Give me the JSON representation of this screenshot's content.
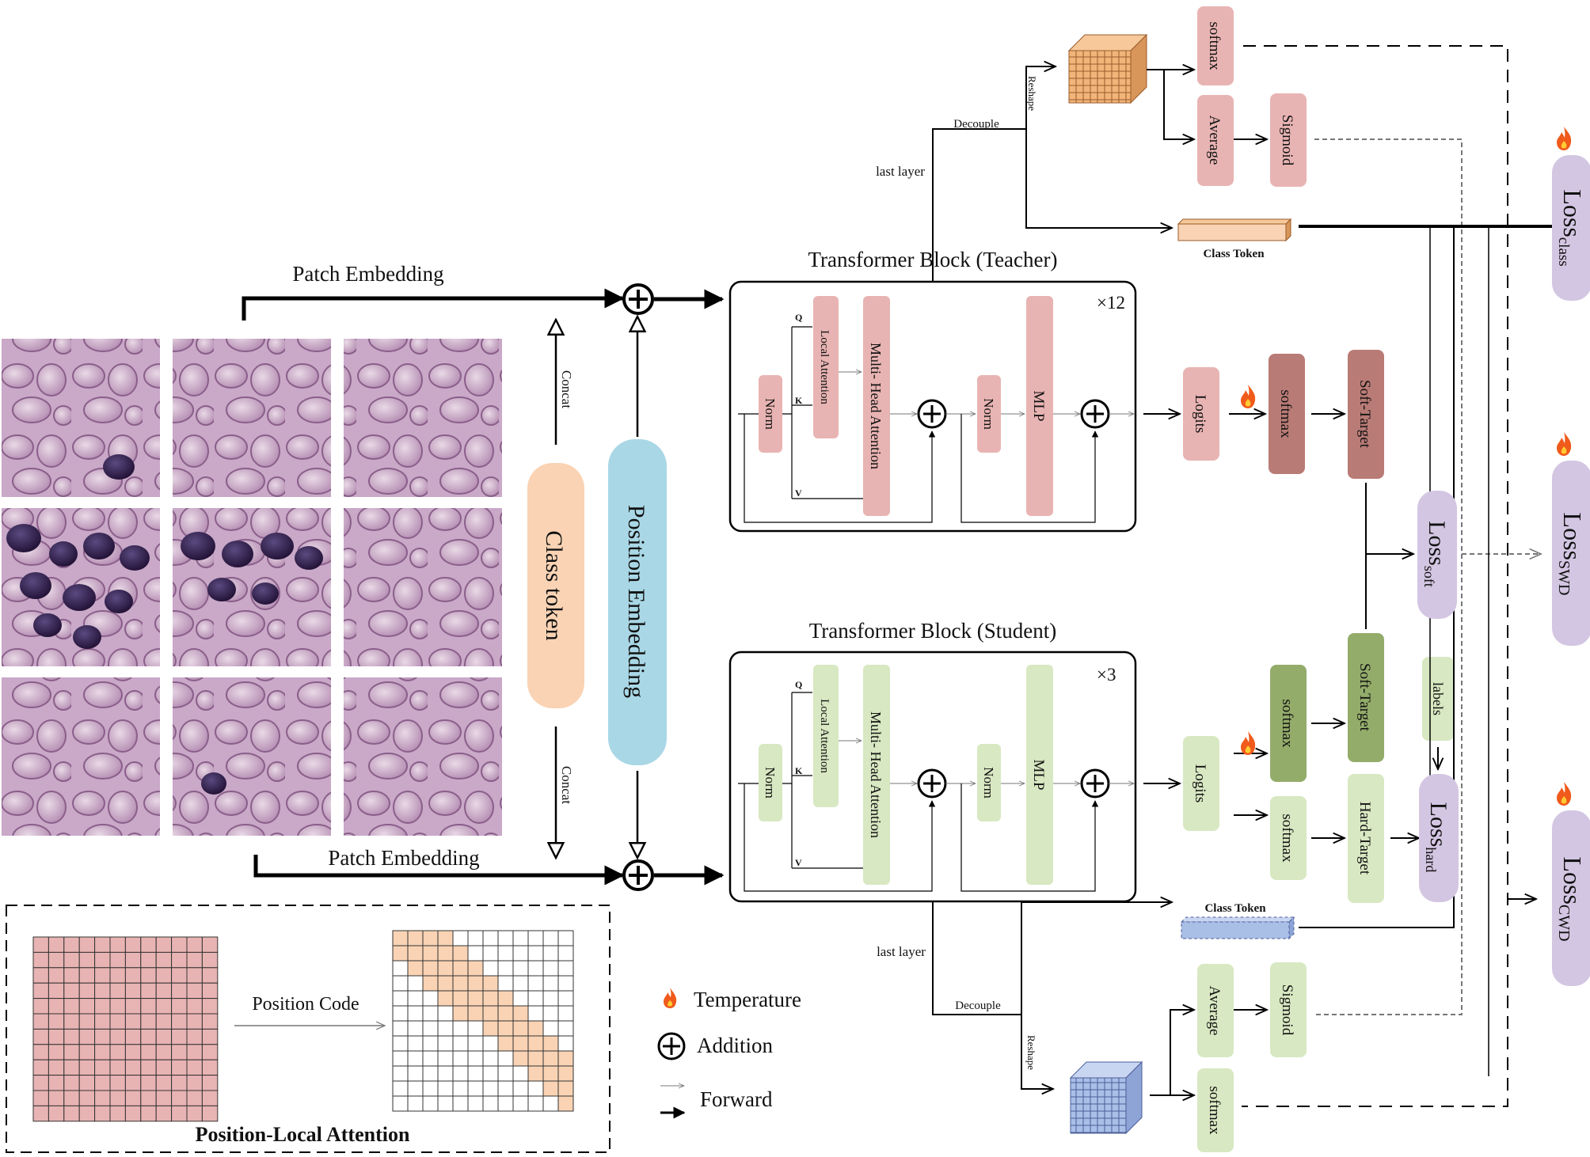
{
  "colors": {
    "teacher_box": "#e8b4b3",
    "teacher_box_dark": "#b97b76",
    "teacher_deco": "#f1b57a",
    "student_box": "#d8e8c2",
    "student_box_dark": "#93ac6a",
    "student_deco": "#aabfe6",
    "loss_box": "#d3c6e2",
    "class_token": "#f9d3b4",
    "position_embedding": "#a9d7e6",
    "patch_purple": "#a985a8",
    "patch_nuclei": "#3b2350",
    "arrow": "#000000",
    "dashed_line": "#666666",
    "grid_fill_pink": "#e8b4b3",
    "grid_fill_peach": "#f9d3b4"
  },
  "labels": {
    "patch_embedding_top": "Patch Embedding",
    "patch_embedding_bottom": "Patch Embedding",
    "concat_top": "Concat",
    "concat_bottom": "Concat",
    "class_token": "Class token",
    "position_embedding": "Position Embedding",
    "teacher_title": "Transformer Block (Teacher)",
    "student_title": "Transformer Block (Student)",
    "teacher_repeat": "×12",
    "student_repeat": "×3",
    "norm": "Norm",
    "local_attention": "Local Attention",
    "mha": "Multi- Head Attention",
    "mlp": "MLP",
    "q": "Q",
    "k": "K",
    "v": "V",
    "logits": "Logits",
    "softmax": "softmax",
    "average": "Average",
    "sigmoid": "Sigmoid",
    "soft_target": "Soft-Target",
    "hard_target": "Hard-Target",
    "labels": "labels",
    "class_token_small": "Class Token",
    "last_layer": "last layer",
    "decouple": "Decouple",
    "reshape": "Reshape",
    "loss_main": "Loss",
    "loss_class_sub": "class",
    "loss_swd_sub": "SWD",
    "loss_cwd_sub": "CWD",
    "loss_soft_sub": "soft",
    "loss_hard_sub": "hard",
    "position_code": "Position Code",
    "position_local_attention": "Position-Local Attention"
  },
  "legend": {
    "temperature": "Temperature",
    "addition": "Addition",
    "forward": "Forward"
  },
  "icons": {
    "temperature": "flame-icon",
    "addition": "circled-plus-icon",
    "forward": "arrow-icon"
  }
}
